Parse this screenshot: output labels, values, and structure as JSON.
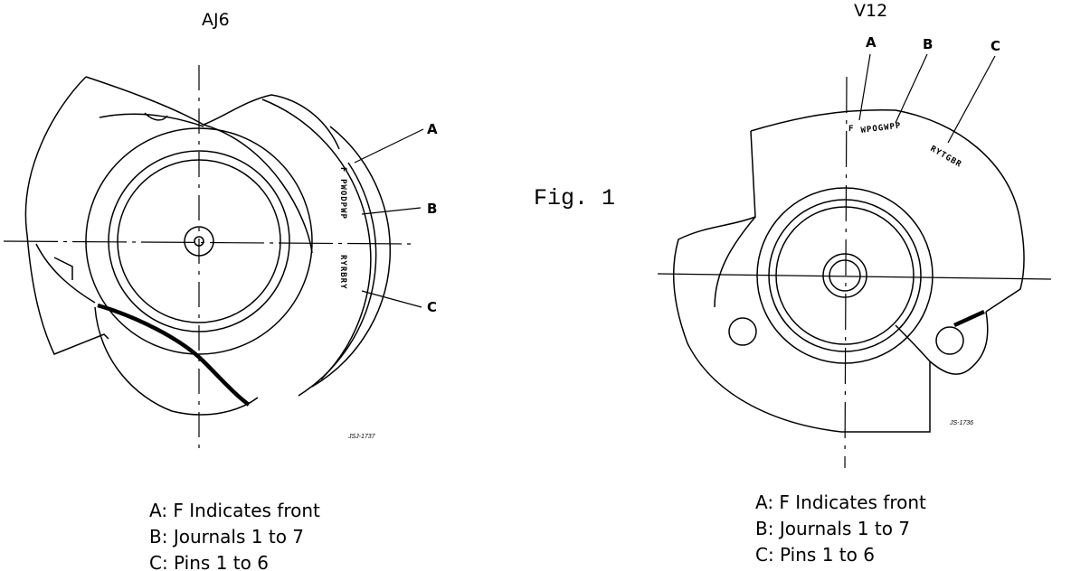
{
  "figure": {
    "label": "Fig. 1"
  },
  "aj6": {
    "title": "AJ6",
    "stamp_journals": "PWODPWP",
    "stamp_pins": "RYRBRY",
    "stamp_front": "F",
    "callouts": [
      "A",
      "B",
      "C"
    ],
    "drawing_code": "JSJ-1737",
    "legend": [
      "A: F Indicates front",
      "B: Journals 1 to 7",
      "C: Pins 1 to 6"
    ]
  },
  "v12": {
    "title": "V12",
    "stamp_journals": "WPOGWPP",
    "stamp_pins": "RYTGBR",
    "stamp_front": "F",
    "callouts": [
      "A",
      "B",
      "C"
    ],
    "drawing_code": "JS-1736",
    "legend": [
      "A: F Indicates front",
      "B: Journals 1 to 7",
      "C: Pins 1 to 6"
    ]
  }
}
